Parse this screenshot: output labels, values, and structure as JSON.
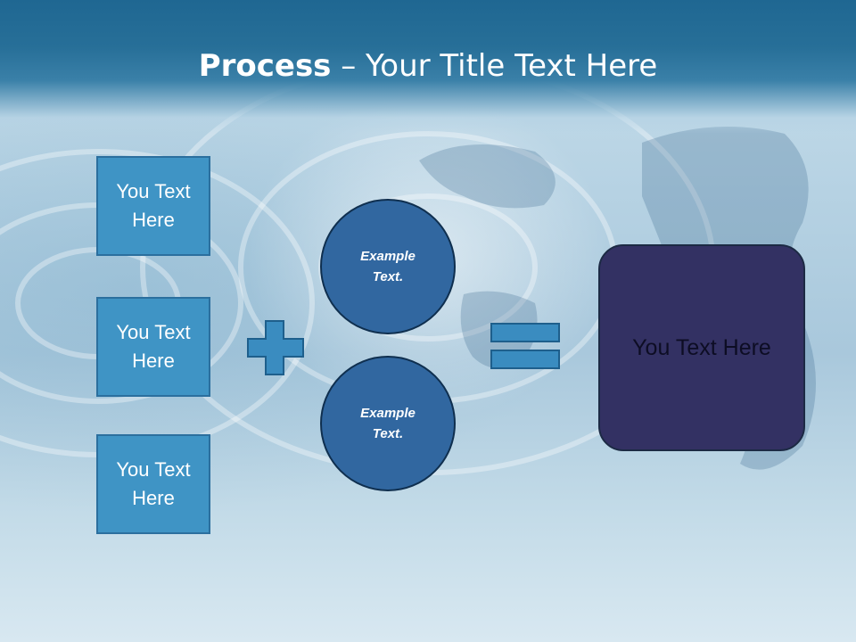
{
  "title": {
    "bold": "Process",
    "rest": " – Your Title Text Here"
  },
  "left_boxes": [
    {
      "label": "You Text Here"
    },
    {
      "label": "You Text Here"
    },
    {
      "label": "You Text Here"
    }
  ],
  "circles": [
    {
      "label": "Example Text."
    },
    {
      "label": "Example Text."
    }
  ],
  "operators": {
    "plus_icon": "plus-icon",
    "equals_icon": "equals-icon"
  },
  "result": {
    "label": "You Text Here"
  },
  "colors": {
    "header": "#276f98",
    "box_fill": "#3f94c5",
    "circle_fill": "#3167a0",
    "operator_fill": "#3a8cc0",
    "result_fill": "#333163"
  }
}
